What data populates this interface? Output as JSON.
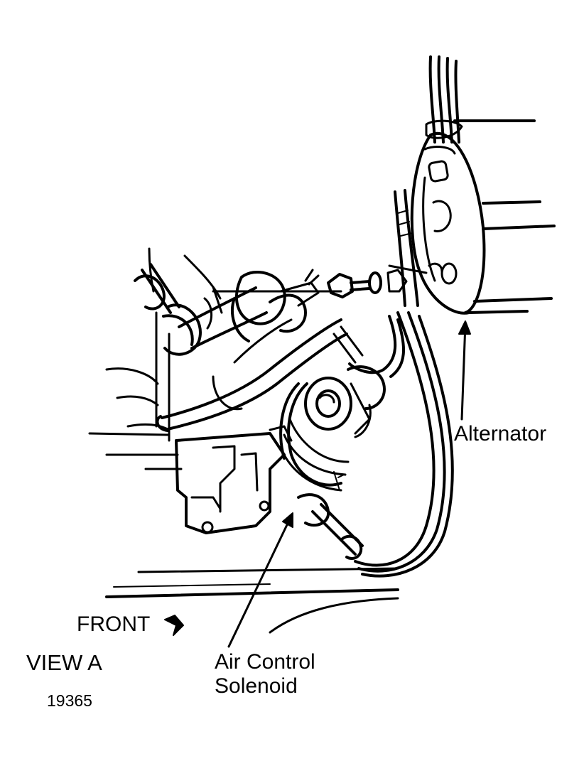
{
  "labels": {
    "alternator": "Alternator",
    "air_control_solenoid_line1": "Air Control",
    "air_control_solenoid_line2": "Solenoid",
    "front": "FRONT",
    "view": "VIEW A",
    "figure_number": "19365"
  },
  "colors": {
    "ink": "#000000",
    "paper": "#ffffff"
  },
  "icons": {
    "front_direction": "arrow-down-right-icon"
  }
}
